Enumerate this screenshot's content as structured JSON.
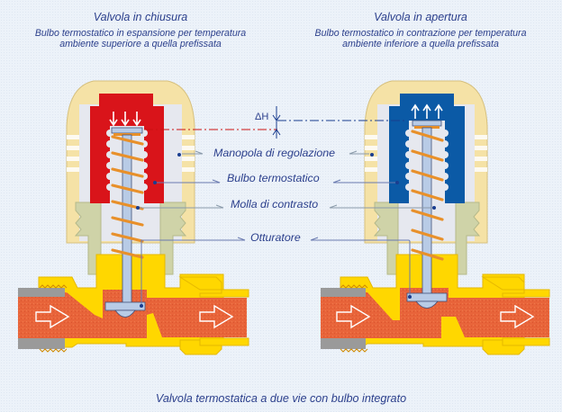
{
  "left_panel": {
    "title": "Valvola in chiusura",
    "subtitle_line1": "Bulbo termostatico in espansione per temperatura",
    "subtitle_line2": "ambiente superiore a quella prefissata",
    "bulb_color": "#d9141a",
    "arrow_direction": "down"
  },
  "right_panel": {
    "title": "Valvola in apertura",
    "subtitle_line1": "Bulbo termostatico in contrazione per temperatura",
    "subtitle_line2": "ambiente inferiore a quella prefissata",
    "bulb_color": "#0b5aa6",
    "arrow_direction": "up"
  },
  "labels": {
    "delta_h": "ΔH",
    "knob": "Manopola di regolazione",
    "bulb": "Bulbo termostatico",
    "spring": "Molla di contrasto",
    "plug": "Otturatore"
  },
  "caption": "Valvola termostatica a due vie con bulbo integrato",
  "colors": {
    "text": "#2b3f8c",
    "knob": "#f5e2a6",
    "body_brass": "#ffd700",
    "water": "#e8643a",
    "spring": "#e8902a",
    "stem": "#b8cbe6",
    "bonnet": "#cfd3a8",
    "fitting_grey": "#9a9a9a"
  }
}
